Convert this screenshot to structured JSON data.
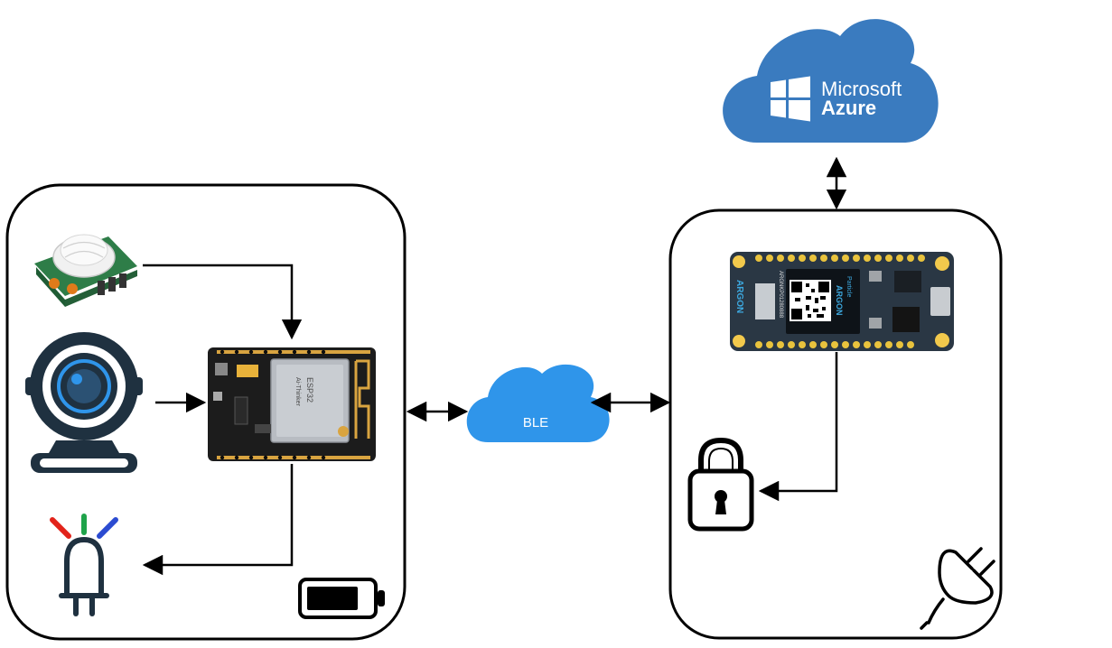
{
  "cloud_service": {
    "name_line1": "Microsoft",
    "name_line2": "Azure",
    "color": "#3a7bbf"
  },
  "link": {
    "label": "BLE",
    "color": "#2f95ea"
  },
  "left_node": {
    "board": {
      "chip_text_1": "ESP32",
      "chip_text_2": "Ai-Thinker"
    },
    "components": [
      "pir-sensor",
      "webcam",
      "rgb-led",
      "battery"
    ]
  },
  "right_node": {
    "board": {
      "brand": "Particle",
      "model": "ARGON",
      "side_label": "ARGON",
      "id_text": "ARGNKP01280888"
    },
    "components": [
      "padlock",
      "power-plug"
    ]
  },
  "colors": {
    "line": "#000000",
    "box_stroke": "#000000",
    "led_red": "#e2231a",
    "led_green": "#1fa34a",
    "led_blue": "#2b4bd1",
    "device_dark": "#1f3140"
  }
}
